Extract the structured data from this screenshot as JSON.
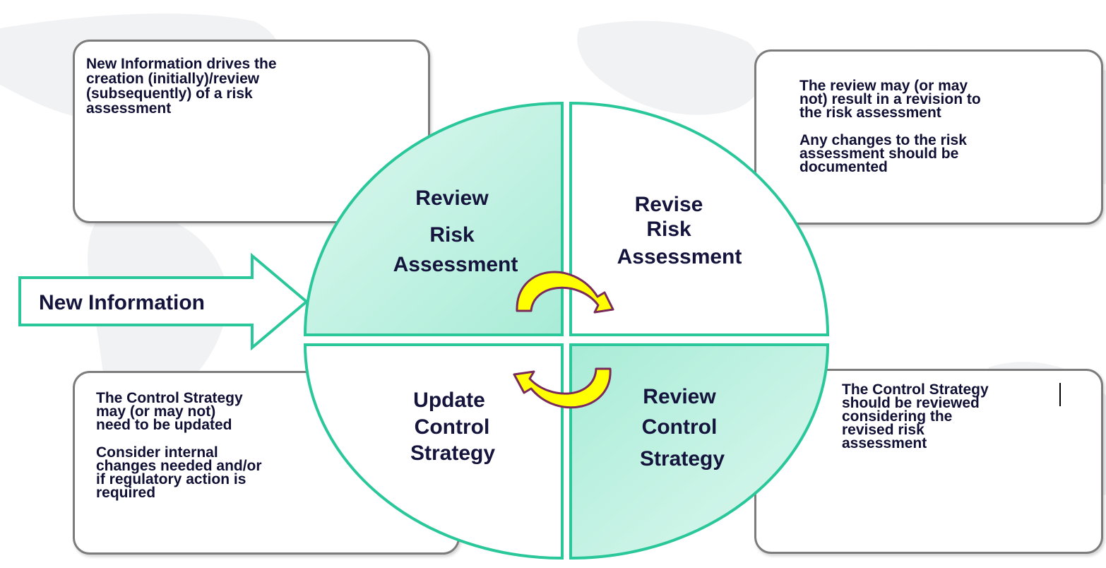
{
  "notes": {
    "top_left": [
      "New Information drives the",
      "creation (initially)/review",
      "(subsequently) of a risk",
      "assessment"
    ],
    "top_right": {
      "para1": [
        "The review may (or may",
        "not) result in a revision to",
        "the risk assessment"
      ],
      "para2": [
        "Any changes  to the risk",
        "assessment should be",
        "documented"
      ]
    },
    "bottom_left": {
      "para1": [
        "The Control Strategy",
        "may (or may not)",
        "need to be updated"
      ],
      "para2": [
        "Consider internal",
        "changes needed and/or",
        "if regulatory action  is",
        "required"
      ]
    },
    "bottom_right": [
      "The Control  Strategy",
      "should be reviewed",
      "considering the",
      "revised risk",
      "assessment"
    ]
  },
  "arrow": {
    "label": "New Information"
  },
  "quadrants": {
    "top_left": [
      "Review",
      "Risk",
      "Assessment"
    ],
    "top_right": [
      "Revise",
      "Risk",
      "Assessment"
    ],
    "bottom_left": [
      "Update",
      "Control",
      "Strategy"
    ],
    "bottom_right": [
      "Review",
      "Control",
      "Strategy"
    ]
  },
  "colors": {
    "outline": "#2ac79a",
    "shaded_fill": "#bff2e3",
    "cycle_arrow_fill": "#ffff00",
    "cycle_arrow_stroke": "#7a2a5c",
    "text": "#14143c",
    "note_border": "#7c7c7c"
  }
}
